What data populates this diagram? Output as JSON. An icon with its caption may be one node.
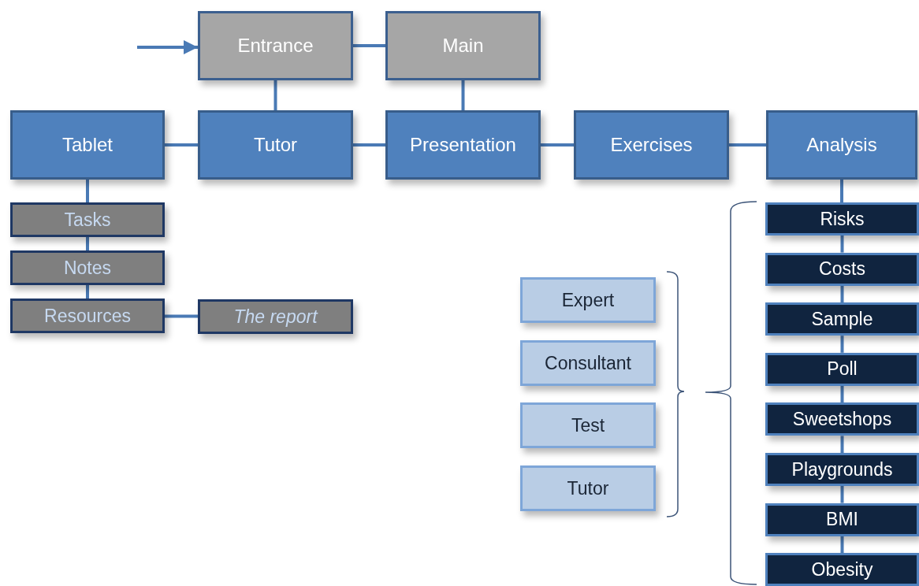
{
  "diagram": {
    "nodes": [
      {
        "text": [
          "Entrance"
        ]
      },
      {
        "text": [
          "Main"
        ]
      },
      {
        "text": [
          "Tablet"
        ]
      },
      {
        "text": [
          "Tutor"
        ]
      },
      {
        "text": [
          "Presentation"
        ]
      },
      {
        "text": [
          "Exercises"
        ]
      },
      {
        "text": [
          "Analysis"
        ]
      },
      {
        "text": [
          "Tasks"
        ]
      },
      {
        "text": [
          "Notes"
        ]
      },
      {
        "text": [
          "Resources"
        ]
      },
      {
        "text": [
          "The report"
        ]
      },
      {
        "text": [
          "Expert"
        ]
      },
      {
        "text": [
          "Consultant"
        ]
      },
      {
        "text": [
          "Test"
        ]
      },
      {
        "text": [
          "Tutor"
        ]
      },
      {
        "text": [
          "Risks"
        ]
      },
      {
        "text": [
          "Costs"
        ]
      },
      {
        "text": [
          "Sample"
        ]
      },
      {
        "text": [
          "Poll"
        ]
      },
      {
        "text": [
          "Sweetshops"
        ]
      },
      {
        "text": [
          "Playgrounds"
        ]
      },
      {
        "text": [
          "BMI"
        ]
      },
      {
        "text": [
          "Obesity"
        ]
      }
    ],
    "edges": [
      {
        "from": null,
        "to": 0,
        "arrow": "to"
      },
      {
        "from": 0,
        "to": 1,
        "arrow": "none"
      },
      {
        "from": 0,
        "to": 3,
        "arrow": "none"
      },
      {
        "from": 1,
        "to": 4,
        "arrow": "none"
      },
      {
        "from": 2,
        "to": 3,
        "arrow": "none"
      },
      {
        "from": 3,
        "to": 4,
        "arrow": "none"
      },
      {
        "from": 4,
        "to": 5,
        "arrow": "none"
      },
      {
        "from": 5,
        "to": 6,
        "arrow": "none"
      },
      {
        "from": 2,
        "to": 7,
        "arrow": "none"
      },
      {
        "from": 7,
        "to": 8,
        "arrow": "none"
      },
      {
        "from": 8,
        "to": 9,
        "arrow": "none"
      },
      {
        "from": 9,
        "to": 10,
        "arrow": "none"
      },
      {
        "from": 6,
        "to": 15,
        "arrow": "none"
      },
      {
        "from": 15,
        "to": 16,
        "arrow": "none"
      },
      {
        "from": 16,
        "to": 17,
        "arrow": "none"
      },
      {
        "from": 17,
        "to": 18,
        "arrow": "none"
      },
      {
        "from": 18,
        "to": 19,
        "arrow": "none"
      },
      {
        "from": 19,
        "to": 20,
        "arrow": "none"
      },
      {
        "from": 20,
        "to": 21,
        "arrow": "none"
      },
      {
        "from": 21,
        "to": 22,
        "arrow": "none"
      }
    ]
  }
}
